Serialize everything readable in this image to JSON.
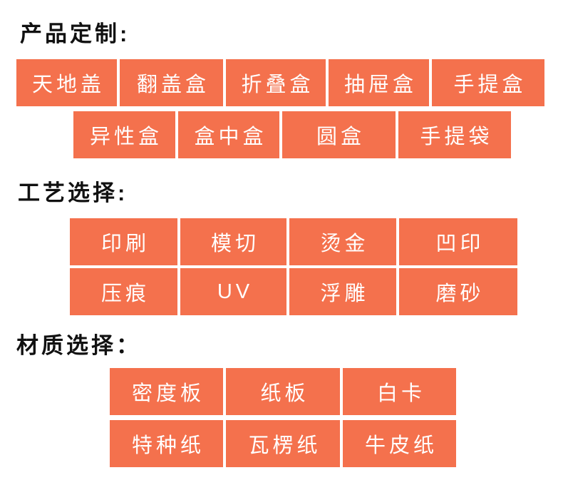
{
  "page": {
    "background": "#ffffff",
    "accent_color": "#f4714d",
    "button_text_color": "#ffffff",
    "title_color": "#111111"
  },
  "sections": [
    {
      "title": "产品定制:",
      "rows": [
        {
          "buttons": [
            "天地盖",
            "翻盖盒",
            "折叠盒",
            "抽屉盒",
            "手提盒"
          ]
        },
        {
          "buttons": [
            "异性盒",
            "盒中盒",
            "圆盒",
            "手提袋"
          ]
        }
      ]
    },
    {
      "title": "工艺选择:",
      "rows": [
        {
          "buttons": [
            "印刷",
            "模切",
            "烫金",
            "凹印"
          ]
        },
        {
          "buttons": [
            "压痕",
            "UV",
            "浮雕",
            "磨砂"
          ]
        }
      ]
    },
    {
      "title": "材质选择：",
      "rows": [
        {
          "buttons": [
            "密度板",
            "纸板",
            "白卡"
          ]
        },
        {
          "buttons": [
            "特种纸",
            "瓦楞纸",
            "牛皮纸"
          ]
        }
      ]
    }
  ]
}
